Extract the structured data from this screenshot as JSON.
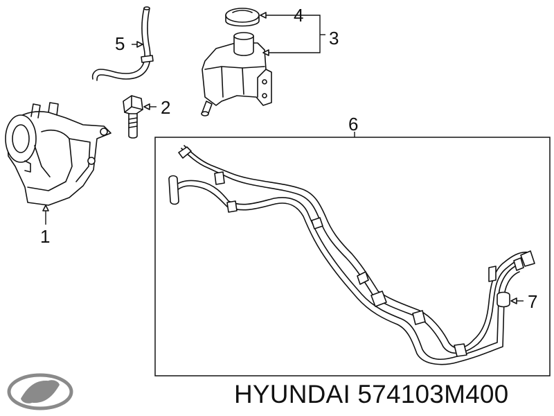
{
  "brand": "HYUNDAI",
  "part_number": "574103M400",
  "callouts": {
    "c1": "1",
    "c2": "2",
    "c3": "3",
    "c4": "4",
    "c5": "5",
    "c6": "6",
    "c7": "7"
  }
}
